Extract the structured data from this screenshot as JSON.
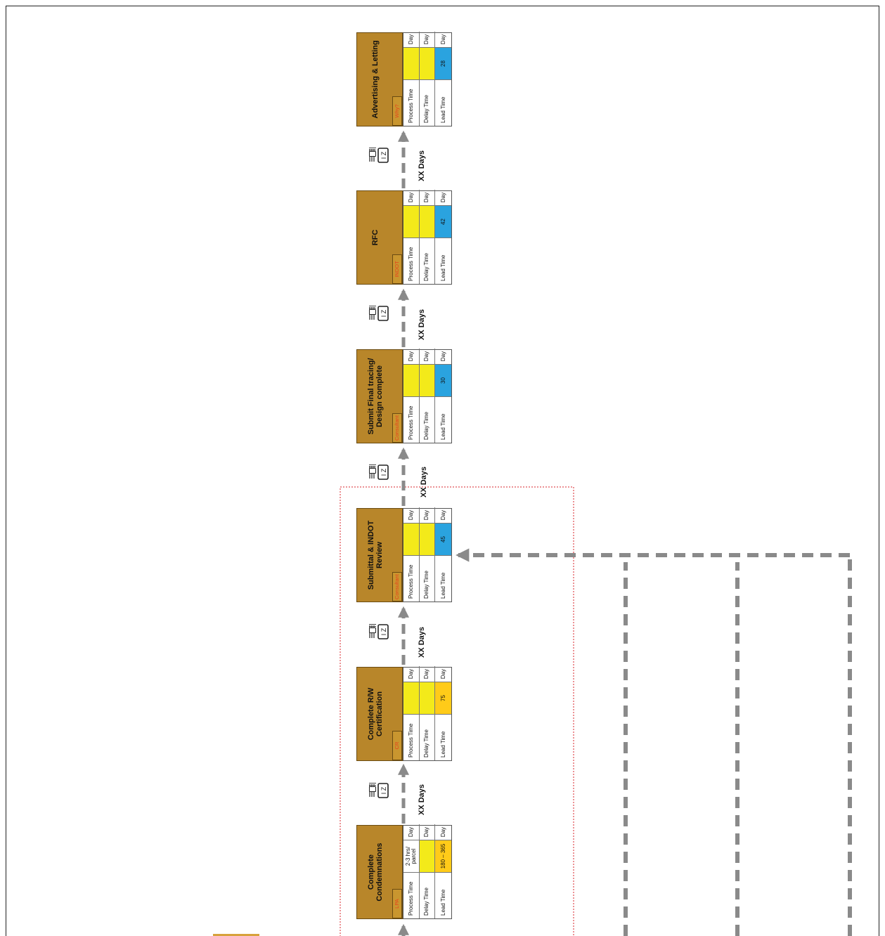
{
  "steps": [
    {
      "title": "Advertising & Letting",
      "tag": "Why?",
      "process_time": "",
      "delay_time": "",
      "lead_time": "28",
      "unit": "Day",
      "lead_color": "blue"
    },
    {
      "title": "RFC",
      "tag": "INDOT",
      "process_time": "",
      "delay_time": "",
      "lead_time": "42",
      "unit": "Day",
      "lead_color": "blue"
    },
    {
      "title": "Submit Final tracing/ Design complete",
      "tag": "Consultant",
      "process_time": "",
      "delay_time": "",
      "lead_time": "30",
      "unit": "Day",
      "lead_color": "blue"
    },
    {
      "title": "Submittal & INDOT Review",
      "tag": "Consultant",
      "process_time": "",
      "delay_time": "",
      "lead_time": "45",
      "unit": "Day",
      "lead_color": "blue"
    },
    {
      "title": "Complete R/W Certification",
      "tag": "CR",
      "process_time": "",
      "delay_time": "",
      "lead_time": "75",
      "unit": "Day",
      "lead_color": "orange"
    },
    {
      "title": "Complete Condemnations",
      "tag": "LPA",
      "process_time": "2-3 hrs/ parcel",
      "delay_time": "",
      "lead_time": "180 – 365",
      "unit": "Day",
      "lead_color": "orange"
    }
  ],
  "row_labels": {
    "process": "Process Time",
    "delay": "Delay Time",
    "lead": "Lead Time"
  },
  "transfer_label": "XX Days",
  "colors": {
    "header": "#b8862a",
    "blank_cell": "#f3ea1a",
    "lead_blue": "#2aa3df",
    "lead_orange": "#ffcb19",
    "arrow": "#8a8a8a",
    "review_boundary": "#d9262b"
  }
}
